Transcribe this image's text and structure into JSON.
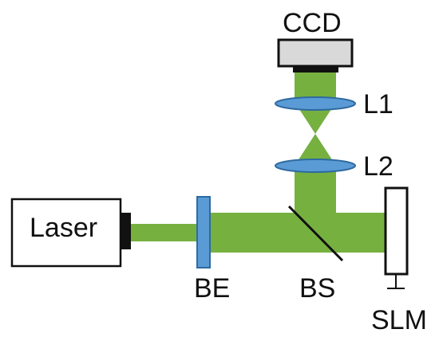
{
  "components": {
    "laser": {
      "label": "Laser"
    },
    "beam_expander": {
      "label": "BE"
    },
    "beam_splitter": {
      "label": "BS"
    },
    "slm": {
      "label": "SLM"
    },
    "ccd": {
      "label": "CCD"
    },
    "lens_1": {
      "label": "L1"
    },
    "lens_2": {
      "label": "L2"
    }
  },
  "colors": {
    "beam": "#76b140",
    "beam_edge": "#5b8f2e",
    "lens": "#5b9bd5",
    "lens_edge": "#2e6aa0",
    "ccd_body": "#d9d9d9",
    "outline": "#111111"
  }
}
